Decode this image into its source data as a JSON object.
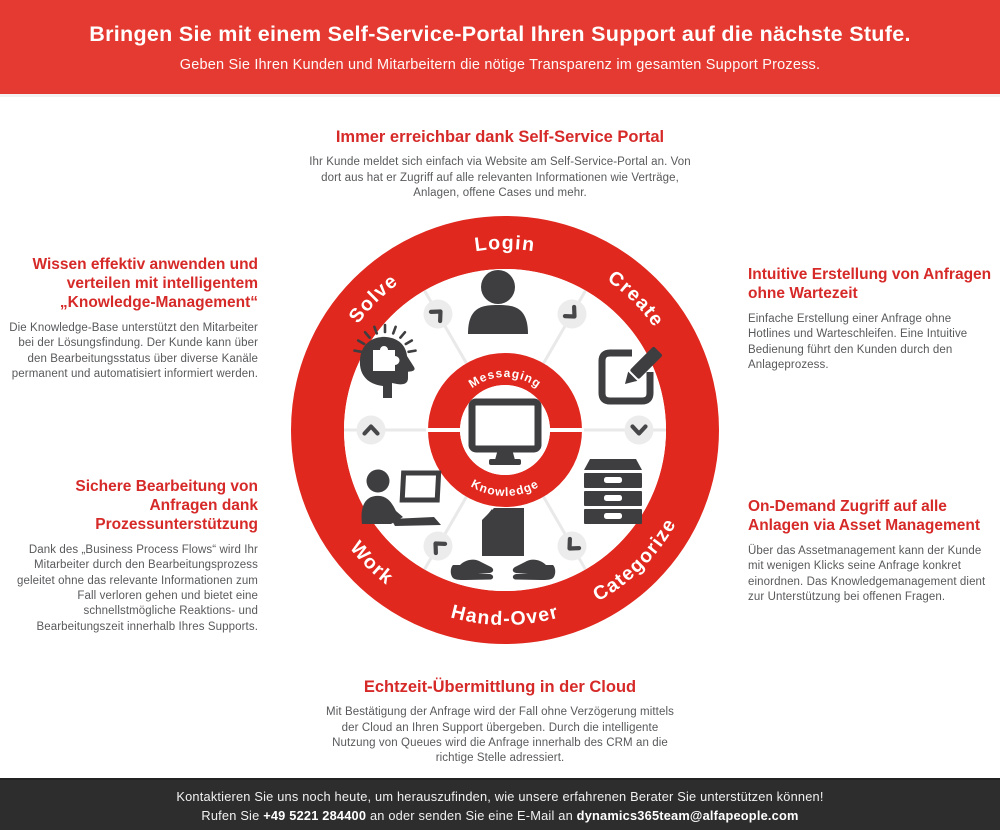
{
  "header": {
    "title": "Bringen Sie mit einem Self-Service-Portal Ihren Support auf die nächste Stufe.",
    "subtitle": "Geben Sie Ihren Kunden und Mitarbeitern die nötige Transparenz im gesamten Support Prozess."
  },
  "sections": {
    "top": {
      "title": "Immer erreichbar dank Self-Service Portal",
      "body": "Ihr Kunde meldet sich einfach via Website am Self-Service-Portal an. Von dort aus hat er Zugriff auf alle relevanten Informationen wie Verträge, Anlagen, offene Cases und mehr."
    },
    "left_top": {
      "title": "Wissen effektiv anwenden und verteilen mit intelligentem „Knowledge-Management“",
      "body": "Die Knowledge-Base unterstützt den Mitarbeiter bei der Lösungsfindung. Der Kunde kann über den Bearbeitungsstatus über diverse Kanäle permanent und automatisiert informiert werden."
    },
    "right_top": {
      "title": "Intuitive Erstellung von Anfragen ohne Wartezeit",
      "body": "Einfache Erstellung einer Anfrage ohne Hotlines und Warteschleifen. Eine Intuitive Bedienung führt den Kunden durch den Anlageprozess."
    },
    "left_bottom": {
      "title": "Sichere Bearbeitung von Anfragen dank Prozessunterstützung",
      "body": "Dank des „Business Process Flows“ wird Ihr Mitarbeiter durch den Bearbeitungsprozess geleitet ohne das relevante Informationen zum Fall verloren gehen und bietet eine schnellstmögliche Reaktions- und Bearbeitungszeit innerhalb Ihres Supports."
    },
    "right_bottom": {
      "title": "On-Demand Zugriff auf alle Anlagen via Asset Management",
      "body": "Über das Assetmanagement kann der Kunde mit wenigen Klicks seine Anfrage konkret einordnen. Das Knowledgemanagement dient zur Unterstützung bei offenen Fragen."
    },
    "bottom": {
      "title": "Echtzeit-Übermittlung in der Cloud",
      "body": "Mit Bestätigung der Anfrage wird der Fall ohne Verzögerung mittels der Cloud an Ihren Support übergeben. Durch die intelligente Nutzung von Queues wird die Anfrage innerhalb des CRM an die richtige Stelle adressiert."
    }
  },
  "wheel": {
    "outer_labels": {
      "top": "Login",
      "upper_right": "Create",
      "lower_right": "Categorize",
      "bottom": "Hand-Over",
      "lower_left": "Work",
      "upper_left": "Solve"
    },
    "inner_labels": {
      "top": "Messaging",
      "bottom": "Knowledge"
    },
    "icons": {
      "center": "monitor-icon",
      "login": "user-icon",
      "create": "compose-icon",
      "categorize": "drawers-icon",
      "hand_over": "document-hands-icon",
      "work": "agent-computer-icon",
      "solve": "idea-head-icon",
      "flow_direction": "clockwise-chevron-icon"
    }
  },
  "footer": {
    "line1": "Kontaktieren Sie uns noch heute, um herauszufinden, wie unsere erfahrenen Berater Sie unterstützen können!",
    "line2_prefix": "Rufen Sie",
    "phone": "+49 5221 284400",
    "line2_middle": "an oder senden Sie eine E-Mail an",
    "email": "dynamics365team@alfapeople.com"
  },
  "colors": {
    "red": "#e0281e",
    "banner_red": "#e53a31",
    "heading_red": "#d62a29",
    "body_text": "#58595b",
    "icon_dark": "#3e3e40",
    "footer_bg": "#2d2d2d"
  }
}
